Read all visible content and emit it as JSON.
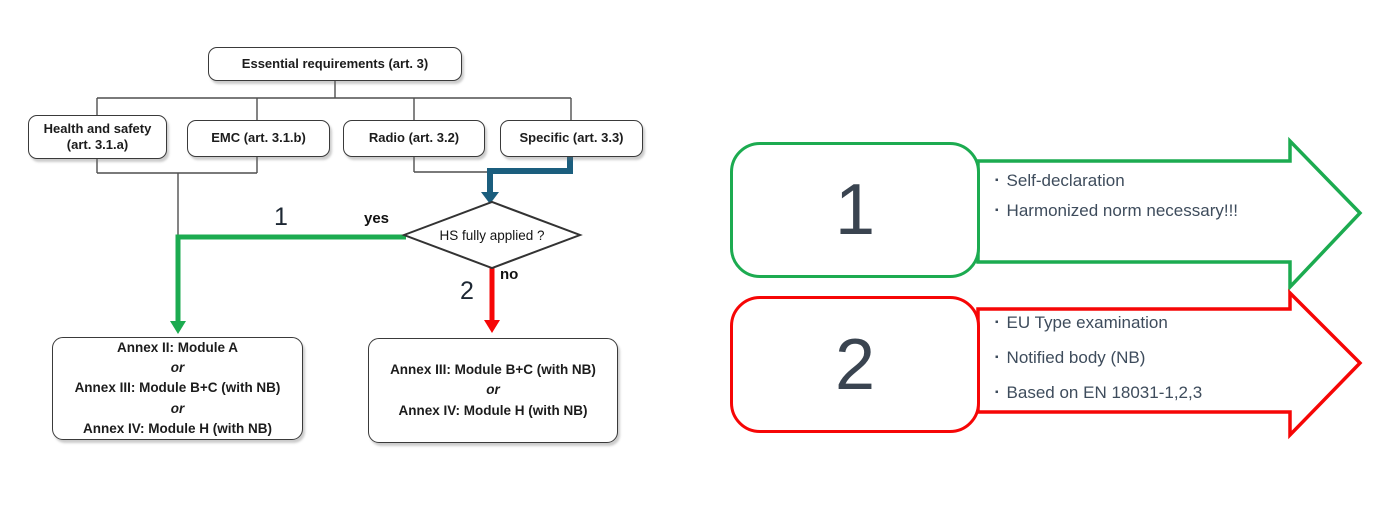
{
  "flowchart": {
    "root_label": "Essential requirements (art. 3)",
    "branch_health_safety": "Health and safety (art. 3.1.a)",
    "branch_emc": "EMC (art. 3.1.b)",
    "branch_radio": "Radio (art. 3.2)",
    "branch_specific": "Specific (art. 3.3)",
    "decision_label": "HS fully applied ?",
    "path1_number": "1",
    "path1_label": "yes",
    "path2_number": "2",
    "path2_label": "no",
    "outcome_yes_lines": [
      "Annex II: Module A",
      "or",
      "Annex III: Module B+C (with NB)",
      "or",
      "Annex IV: Module H (with NB)"
    ],
    "outcome_no_lines": [
      "Annex III: Module B+C (with NB)",
      "or",
      "Annex IV: Module H (with NB)"
    ]
  },
  "legend": {
    "bullet_char": "▪",
    "items": [
      {
        "number": "1",
        "color": "#1cab50",
        "bullets": [
          "Self-declaration",
          "Harmonized norm necessary!!!"
        ]
      },
      {
        "number": "2",
        "color": "#f60606",
        "bullets": [
          "EU Type examination",
          "Notified body (NB)",
          "Based on EN 18031-1,2,3"
        ]
      }
    ]
  },
  "colors": {
    "green": "#1cab50",
    "red": "#f60606",
    "teal": "#1b5e7e",
    "line_gray": "#4f4f4f"
  }
}
